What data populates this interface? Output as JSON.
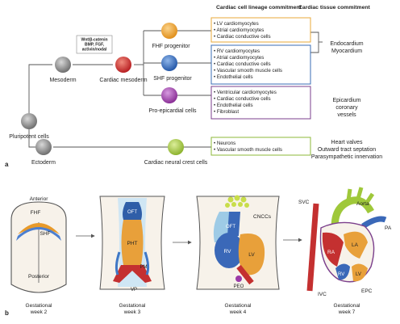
{
  "panel_a": {
    "letter": "a",
    "headers": {
      "lineage": "Cardiac cell lineage commitment",
      "tissue": "Cardiac tissue commitment"
    },
    "nodes": {
      "pluripotent": "Pluripotent cells",
      "mesoderm": "Mesoderm",
      "cardiac_mesoderm": "Cardiac mesoderm",
      "fhf": "FHF progenitor",
      "shf": "SHF progenitor",
      "proepi": "Pro-epicardial cells",
      "ectoderm": "Ectoderm",
      "neural_crest": "Cardiac neural crest cells"
    },
    "signals": [
      "Wnt/β-catenin",
      "BMP, FGF,",
      "activin/nodal"
    ],
    "boxes": [
      {
        "color": "#e8a83a",
        "items": [
          "• LV cardiomyocytes",
          "• Atrial cardiomyocytes",
          "• Cardiac conductive cells"
        ]
      },
      {
        "color": "#3a6db5",
        "items": [
          "• RV cardiomyocytes",
          "• Atrial cardiomyocytes",
          "• Cardiac conductive cells",
          "• Vascular smooth muscle cells",
          "• Endothelial cells"
        ]
      },
      {
        "color": "#7b3f8c",
        "items": [
          "• Ventricular cardiomyocytes",
          "• Cardiac conductive cells",
          "• Endothelial cells",
          "• Fibroblast"
        ]
      },
      {
        "color": "#8db83a",
        "items": [
          "• Neurons",
          "• Vascular smooth muscle cells"
        ]
      }
    ],
    "tissues": {
      "t1": [
        "Endocardium",
        "Myocardium"
      ],
      "t2": [
        "Epicardium",
        "coronary",
        "vessels"
      ],
      "t3": [
        "Heart valves",
        "Outward tract septation",
        "Parasympathetic innervation"
      ]
    }
  },
  "panel_b": {
    "letter": "b",
    "embryo": {
      "anterior": "Anterior",
      "posterior": "Posterior",
      "fhf": "FHF",
      "shf": "SHF"
    },
    "wk3": {
      "oft": "OFT",
      "pht": "PHT",
      "pm": "PM",
      "vp": "VP"
    },
    "wk4": {
      "cnccs": "CNCCs",
      "oft": "OFT",
      "rv": "RV",
      "lv": "LV",
      "peo": "PEO"
    },
    "wk7": {
      "svc": "SVC",
      "aorta": "Aorta",
      "pa": "PA",
      "ra": "RA",
      "la": "LA",
      "rv": "RV",
      "lv": "LV",
      "ivc": "IVC",
      "epc": "EPC"
    },
    "captions": [
      [
        "Gestational",
        "week 2"
      ],
      [
        "Gestational",
        "week 3"
      ],
      [
        "Gestational",
        "week 4"
      ],
      [
        "Gestational",
        "week 7"
      ]
    ]
  }
}
